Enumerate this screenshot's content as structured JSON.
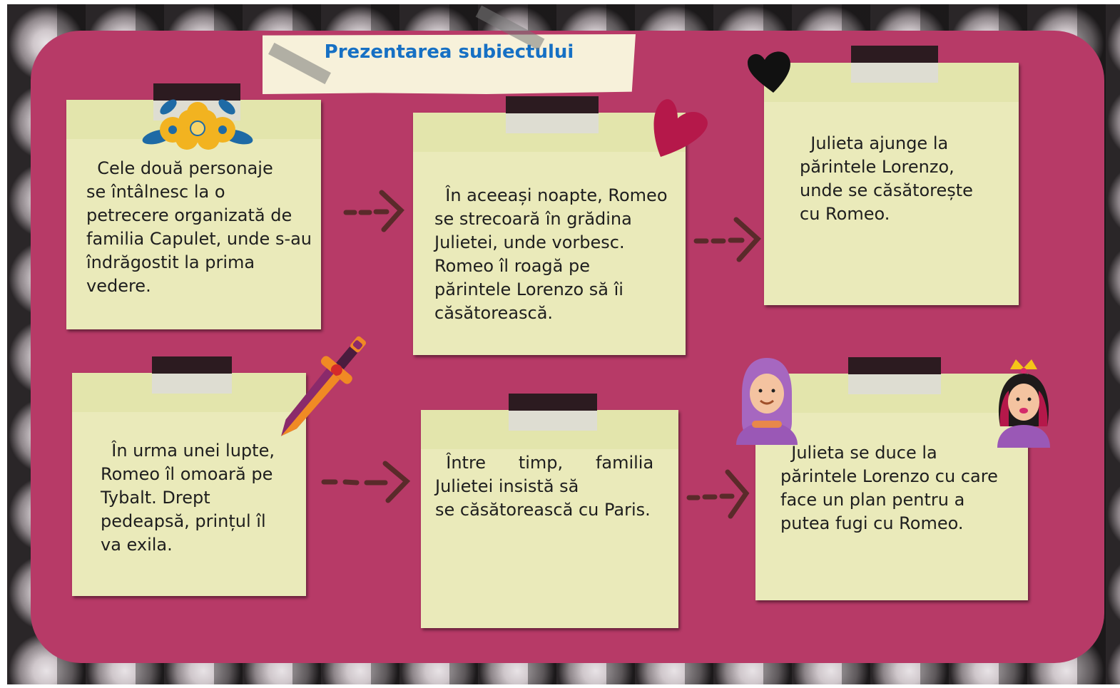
{
  "title": "Prezentarea subiectului",
  "colors": {
    "board": "#b73a67",
    "note": "#eaeaba",
    "title": "#1670c4",
    "arrow": "#5a2a2a"
  },
  "notes": [
    {
      "text": "  Cele două personaje\nse întâlnesc la o\npetrecere organizată de\nfamilia Capulet, unde s-au\nîndrăgostit la prima\nvedere."
    },
    {
      "text": "  În aceeași noapte, Romeo\nse strecoară în grădina\nJulietei, unde vorbesc.\nRomeo îl roagă pe\npărintele Lorenzo să îi\ncăsătorească."
    },
    {
      "text": "  Julieta ajunge la\npărintele Lorenzo,\nunde se căsătorește\ncu Romeo."
    },
    {
      "text": "  În urma unei lupte,\nRomeo îl omoară pe\nTybalt. Drept\npedeapsă, prințul îl\nva exila."
    },
    {
      "text": "  Între      timp,      familia\nJulietei insistă să\nse căsătorească cu Paris."
    },
    {
      "text": "  Julieta se duce la\npărintele Lorenzo cu care\nface un plan pentru a\nputea fugi cu Romeo."
    }
  ],
  "icons": [
    "flower-icon",
    "heart-icon",
    "black-heart-icon",
    "dagger-icon",
    "woman-hijab-icon",
    "princess-icon"
  ]
}
